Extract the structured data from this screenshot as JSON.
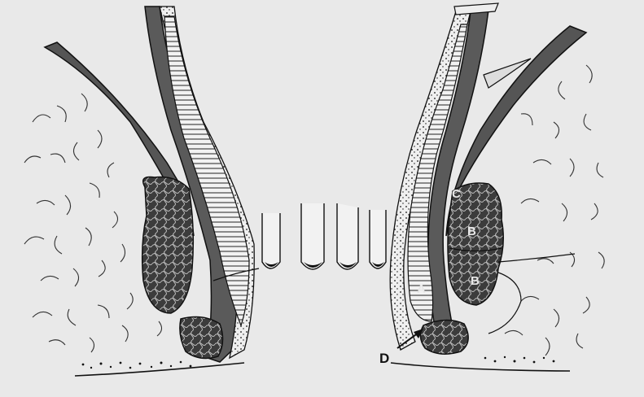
{
  "diagram": {
    "labels": {
      "a": "A",
      "b_upper": "B",
      "b_lower": "B",
      "c": "C",
      "d": "D"
    },
    "colors": {
      "paper": "#e9e9e9",
      "ink": "#141414",
      "gland": "#3c3c3c",
      "muscle": "#555555"
    }
  }
}
